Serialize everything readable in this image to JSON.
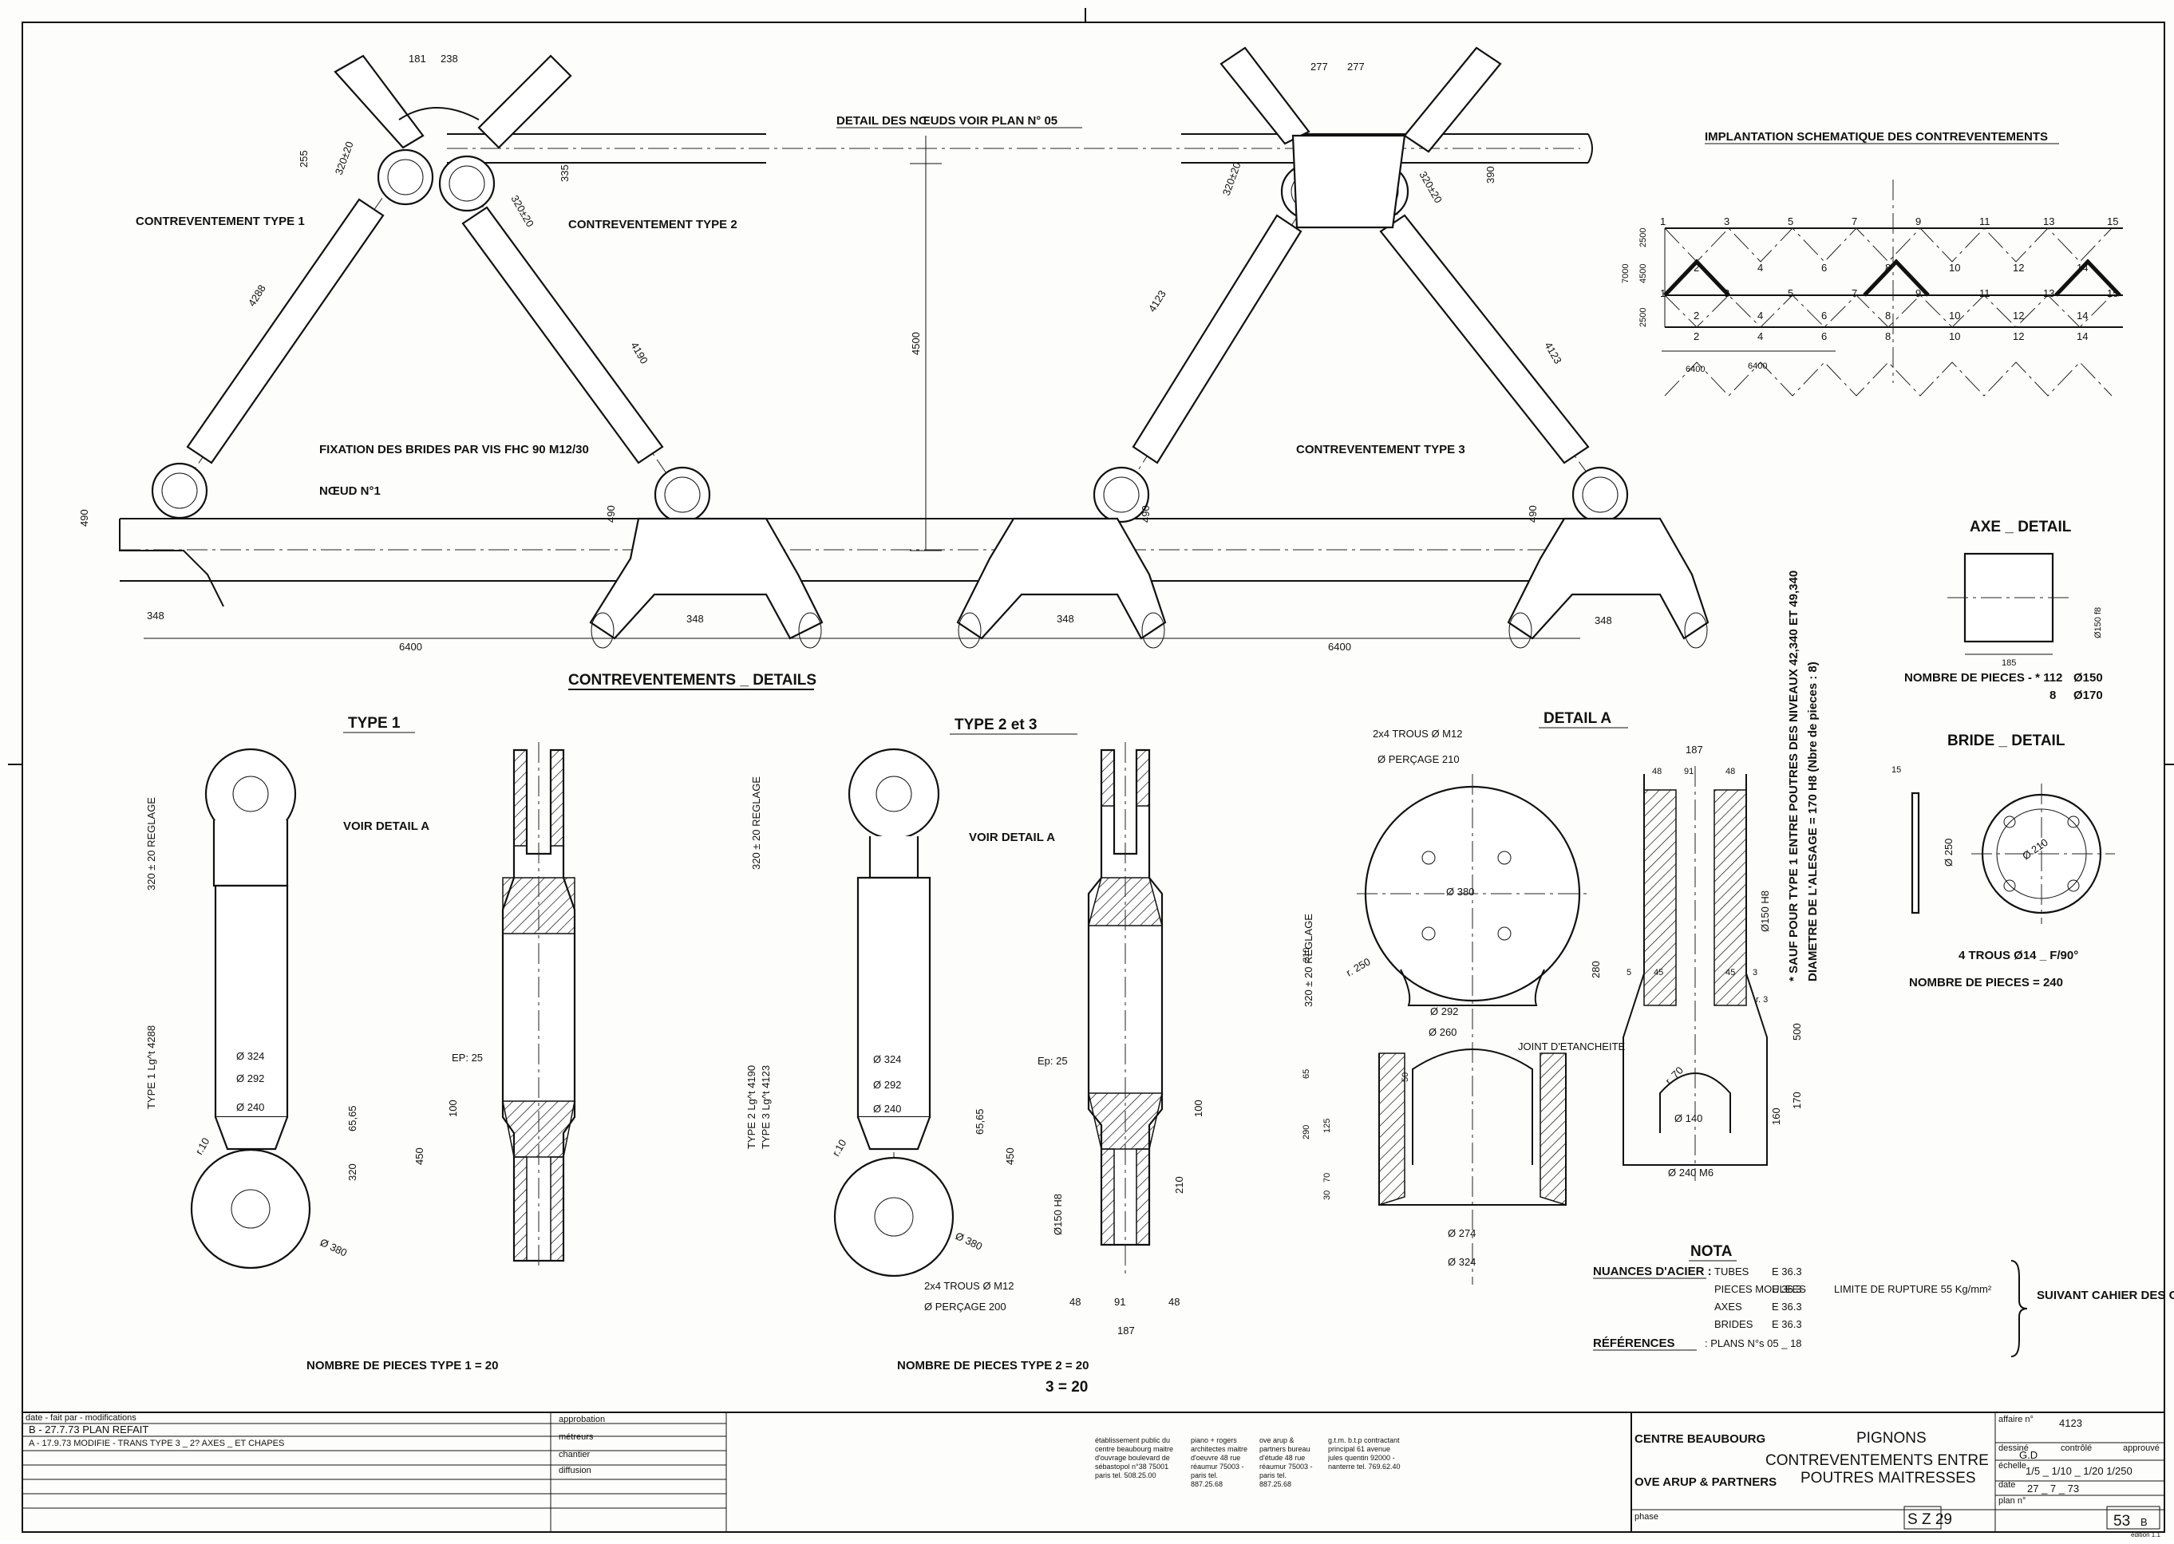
{
  "drawing": {
    "top": {
      "detail_noeuds": "DETAIL DES NŒUDS VOIR PLAN N° 05",
      "type1": "CONTREVENTEMENT TYPE 1",
      "type2": "CONTREVENTEMENT TYPE 2",
      "type3": "CONTREVENTEMENT TYPE 3",
      "fixation": "FIXATION DES BRIDES PAR VIS FHC 90 M12/30",
      "noeud": "NŒUD N°1",
      "section_title": "CONTREVENTEMENTS _ DETAILS",
      "dims": [
        "181",
        "238",
        "255",
        "320±20",
        "335",
        "320±20",
        "4288",
        "4190",
        "4500",
        "277",
        "277",
        "320±20",
        "320±20",
        "390",
        "4123",
        "4123",
        "490",
        "490",
        "490",
        "490",
        "348",
        "348",
        "348",
        "348",
        "6400",
        "6400"
      ]
    },
    "implantation": {
      "title": "IMPLANTATION SCHEMATIQUE DES CONTREVENTEMENTS",
      "top_nodes": [
        "1",
        "3",
        "5",
        "7",
        "9",
        "11",
        "13",
        "15"
      ],
      "mid_upper": [
        "2",
        "4",
        "6",
        "8",
        "10",
        "12",
        "14"
      ],
      "mid_lower_left": [
        "1",
        "3",
        "5",
        "7",
        "9",
        "11",
        "13",
        "15"
      ],
      "mid_lower_right": [
        "2",
        "4",
        "6",
        "8",
        "10",
        "12",
        "14"
      ],
      "bottom_nodes": [
        "2",
        "4",
        "6",
        "8",
        "10",
        "12",
        "14"
      ],
      "dims": [
        "7000",
        "4500",
        "2500",
        "2500",
        "6400",
        "6400"
      ]
    },
    "axe": {
      "title": "AXE _ DETAIL",
      "dim1": "185",
      "dim2": "Ø150 f8",
      "count_label": "NOMBRE DE PIECES - * 112",
      "count_1": "Ø150",
      "count_2_n": "8",
      "count_2": "Ø170"
    },
    "bride": {
      "title": "BRIDE _ DETAIL",
      "dim_thick": "15",
      "dim_dia": "Ø 250",
      "dim_pcd": "Ø 210",
      "holes": "4 TROUS Ø14 _ F/90°",
      "count": "NOMBRE DE PIECES = 240"
    },
    "note_vertical": [
      "* SAUF POUR TYPE 1 ENTRE POUTRES DES NIVEAUX 42,340 ET 49,340",
      "DIAMETRE DE L'ALESAGE = 170 H8 (Nbre de pieces : 8)"
    ],
    "type1": {
      "title": "TYPE 1",
      "voir": "VOIR DETAIL A",
      "reglage": "320 ± 20 REGLAGE",
      "lg": "TYPE 1 Lg^t 4288",
      "d1": "Ø 324",
      "d2": "Ø 292",
      "d3": "Ø 240",
      "ep": "EP: 25",
      "r": "r.10",
      "d380": "Ø 380",
      "dims": [
        "65,65",
        "320",
        "100",
        "450"
      ],
      "count": "NOMBRE DE PIECES TYPE 1 = 20"
    },
    "type23": {
      "title": "TYPE 2 et 3",
      "voir": "VOIR DETAIL A",
      "reglage": "320 ± 20 REGLAGE",
      "lg2": "TYPE 2 Lg^t 4190",
      "lg3": "TYPE 3 Lg^t 4123",
      "d1": "Ø 324",
      "d2": "Ø 292",
      "d3": "Ø 240",
      "ep": "Ep: 25",
      "r": "r.10",
      "d380": "Ø 380",
      "trous": "2x4 TROUS Ø M12",
      "percage": "Ø PERÇAGE 200",
      "bore": "Ø150 H8",
      "dims": [
        "65,65",
        "450",
        "100",
        "210",
        "48",
        "91",
        "48",
        "187"
      ],
      "count2": "NOMBRE DE PIECES TYPE 2 = 20",
      "count3": "3 = 20"
    },
    "detailA": {
      "title": "DETAIL A",
      "trous": "2x4 TROUS Ø M12",
      "percage": "Ø PERÇAGE 210",
      "d380": "Ø 380",
      "r250": "r. 250",
      "reglage": "320 ± 20 REGLAGE",
      "d292": "Ø 292",
      "d260": "Ø 260",
      "joint": "JOINT D'ETANCHEITE",
      "d274": "Ø 274",
      "d324": "Ø 324",
      "dims_left": [
        "210",
        "65",
        "50",
        "125",
        "290",
        "70",
        "30"
      ],
      "side": {
        "d187": "187",
        "d48a": "48",
        "d91": "91",
        "d48b": "48",
        "bore": "Ø150 H8",
        "d280": "280",
        "d5": "5",
        "d45a": "45",
        "d45b": "45",
        "d3a": "3",
        "r3": "r. 3",
        "r70": "r. 70",
        "d140": "Ø 140",
        "d240": "Ø 240 M6",
        "d500": "500",
        "d160": "160",
        "d170": "170"
      }
    },
    "nota": {
      "title": "NOTA",
      "nuances": "NUANCES D'ACIER :",
      "rows": [
        [
          "TUBES",
          "E 36.3"
        ],
        [
          "PIECES MOULEES",
          "E 36.3"
        ],
        [
          "AXES",
          "E 36.3"
        ],
        [
          "BRIDES",
          "E 36.3"
        ]
      ],
      "rupture": "LIMITE DE RUPTURE 55 Kg/mm²",
      "cahier": "SUIVANT CAHIER DES CHARGES",
      "references": "RÉFÉRENCES",
      "plans": ": PLANS N°s 05 _ 18"
    }
  },
  "title_block": {
    "rev_header": "date - fait par - modifications",
    "revisions": [
      "B - 27.7.73   PLAN REFAIT",
      "A - 17.9.73   MODIFIE - TRANS TYPE 3 _ 2? AXES _ ET CHAPES"
    ],
    "rev_labels": [
      "approbation",
      "métreurs",
      "chantier",
      "diffusion"
    ],
    "credits": [
      "établissement public du centre beaubourg maitre d'ouvrage boulevard de sébastopol n°38 75001 paris tel. 508.25.00",
      "piano + rogers architectes maitre d'oeuvre 48 rue réaumur 75003 - paris tel. 887.25.68",
      "ove arup & partners bureau d'étude 48 rue réaumur 75003 - paris tel. 887.25.68",
      "g.t.m. b.t.p contractant principal 61 avenue jules quentin 92000 - nanterre tel. 769.62.40"
    ],
    "client": "CENTRE BEAUBOURG",
    "firm": "OVE ARUP & PARTNERS",
    "title_lines": [
      "PIGNONS",
      "CONTREVENTEMENTS ENTRE",
      "POUTRES MAITRESSES"
    ],
    "phase_label": "phase",
    "affaire_label": "affaire n°",
    "affaire": "4123",
    "dessine_label": "dessiné",
    "dessine": "G.D",
    "controle_label": "contrôlé",
    "approuve_label": "approuvé",
    "echelle_label": "échelle",
    "echelle": "1/5 _ 1/10 _ 1/20  1/250",
    "date_label": "date",
    "date": "27 _ 7 _ 73",
    "plan_label": "plan n°",
    "plan_code": "S Z 29",
    "plan_no": "53",
    "plan_rev": "B",
    "edition": "édition 1.1"
  }
}
